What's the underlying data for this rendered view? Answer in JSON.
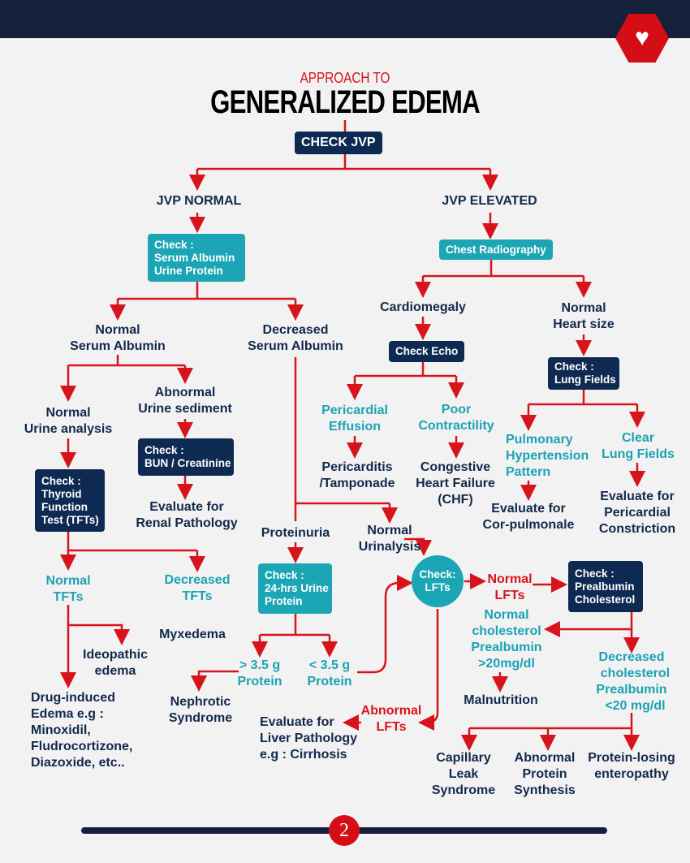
{
  "header": {
    "logo_icon": "heart-icon"
  },
  "title": {
    "line1": "APPROACH TO",
    "line2": "GENERALIZED EDEMA"
  },
  "colors": {
    "navy": "#0f2a52",
    "teal": "#1ca6b5",
    "red": "#d7141b"
  },
  "nodes": {
    "check_jvp": "CHECK JVP",
    "jvp_normal": "JVP NORMAL",
    "jvp_elevated": "JVP ELEVATED",
    "check_serum": "Check :\nSerum Albumin\nUrine Protein",
    "chest_xray": "Chest Radiography",
    "normal_albumin": "Normal\nSerum Albumin",
    "decreased_albumin": "Decreased\nSerum Albumin",
    "cardiomegaly": "Cardiomegaly",
    "normal_heart": "Normal\nHeart size",
    "check_echo": "Check Echo",
    "check_lung": "Check :\nLung Fields",
    "normal_urine": "Normal\nUrine analysis",
    "abnormal_urine": "Abnormal\nUrine sediment",
    "check_bun": "Check :\nBUN / Creatinine",
    "pericardial_effusion": "Pericardial\nEffusion",
    "poor_contractility": "Poor\nContractility",
    "pericarditis": "Pericarditis\n/Tamponade",
    "chf": "Congestive\nHeart Failure\n(CHF)",
    "pulm_htn": "Pulmonary\nHypertension\nPattern",
    "clear_lung": "Clear\nLung Fields",
    "cor_pulmonale": "Evaluate for\nCor-pulmonale",
    "pericardial_constriction": "Evaluate for\nPericardial\nConstriction",
    "check_tft": "Check :\nThyroid\nFunction\nTest (TFTs)",
    "renal": "Evaluate for\nRenal Pathology",
    "proteinuria": "Proteinuria",
    "normal_urinalysis": "Normal\nUrinalysis",
    "normal_tft": "Normal\nTFTs",
    "decreased_tft": "Decreased\nTFTs",
    "myxedema": "Myxedema",
    "idiopathic": "Ideopathic\nedema",
    "check_24h": "Check :\n24-hrs Urine\nProtein",
    "check_lft": "Check:\nLFTs",
    "normal_lft": "Normal\nLFTs",
    "check_prealbumin": "Check :\nPrealbumin\nCholesterol",
    "normal_chol": "Normal\ncholesterol\nPrealbumin\n>20mg/dl",
    "malnutrition": "Malnutrition",
    "decreased_chol": "Decreased\n  cholesterol\nPrealbumin\n  <20 mg/dl",
    "gt35": "> 3.5 g\nProtein",
    "lt35": "< 3.5 g\nProtein",
    "nephrotic": "Nephrotic\nSyndrome",
    "drug": "Drug-induced\nEdema e.g :\nMinoxidil,\nFludrocortizone,\nDiazoxide, etc..",
    "abnormal_lft": "Abnormal\nLFTs",
    "liver": "Evaluate for\nLiver Pathology\ne.g : Cirrhosis",
    "capillary": "Capillary\nLeak\nSyndrome",
    "protein_synth": "Abnormal\nProtein\nSynthesis",
    "ple": "Protein-losing\nenteropathy"
  },
  "footer": {
    "page": "2"
  }
}
